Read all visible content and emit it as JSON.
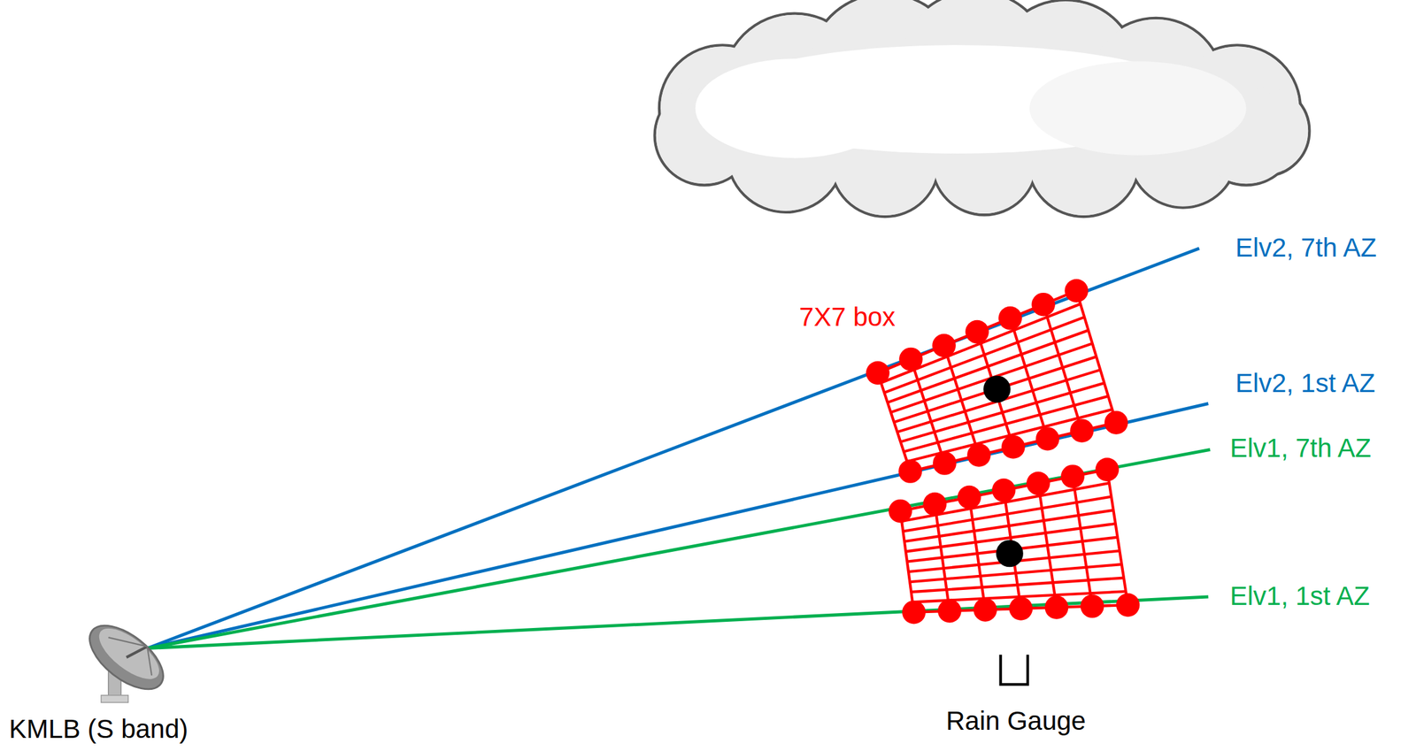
{
  "diagram": {
    "labels": [
      "7X7 box",
      "Elv2, 7th AZ",
      "Elv2, 1st AZ",
      "Elv1, 7th AZ",
      "Elv1, 1st AZ",
      "Rain Gauge",
      "KMLB (S band)"
    ]
  }
}
